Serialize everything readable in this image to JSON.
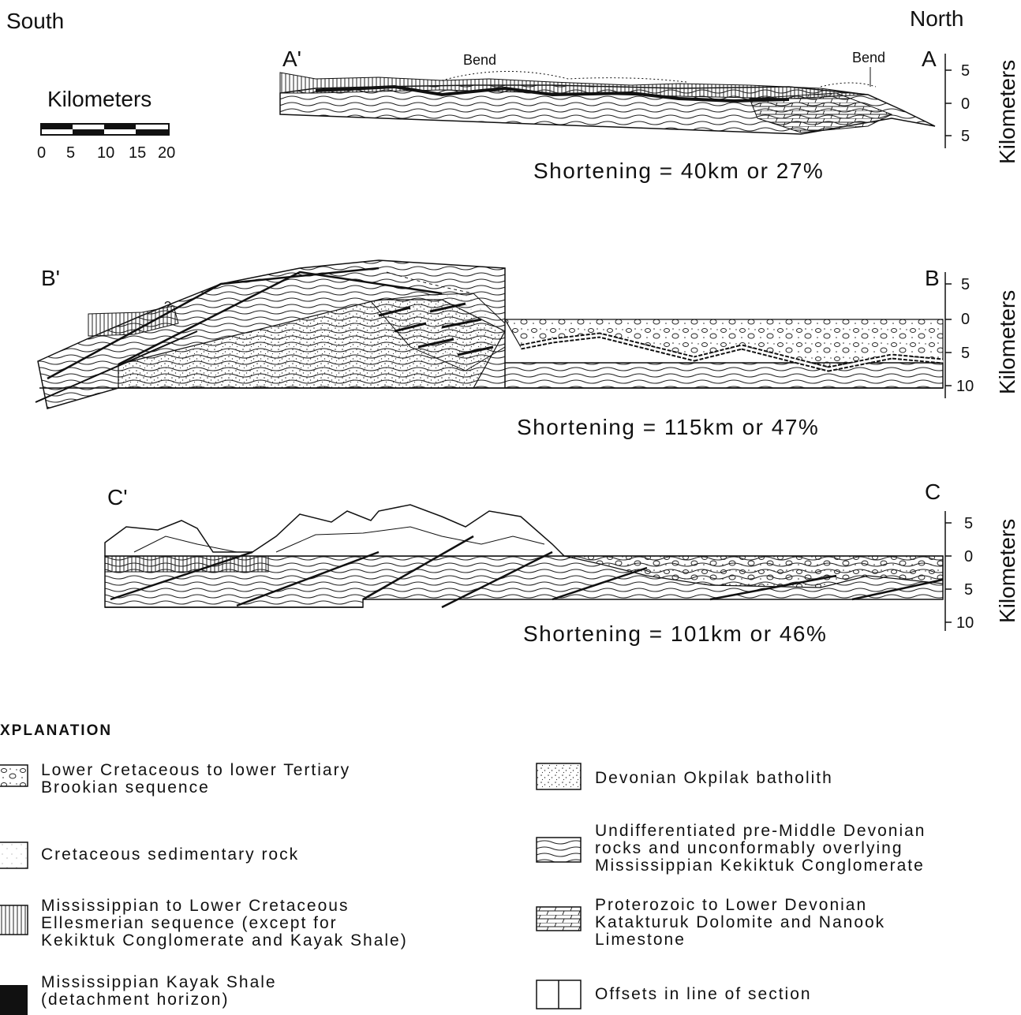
{
  "header": {
    "south": "South",
    "north": "North"
  },
  "scale_bar": {
    "title": "Kilometers",
    "ticks": [
      "0",
      "5",
      "10",
      "15",
      "20"
    ]
  },
  "sections": [
    {
      "left_label": "A'",
      "right_label": "A",
      "bend_labels": [
        "Bend",
        "Bend"
      ],
      "depth_ticks": [
        "5",
        "0",
        "5"
      ],
      "axis_title": "Kilometers",
      "shortening": "Shortening = 40km or 27%"
    },
    {
      "left_label": "B'",
      "right_label": "B",
      "query_mark": "?",
      "depth_ticks": [
        "5",
        "0",
        "5",
        "10"
      ],
      "axis_title": "Kilometers",
      "shortening": "Shortening = 115km or 47%"
    },
    {
      "left_label": "C'",
      "right_label": "C",
      "depth_ticks": [
        "5",
        "0",
        "5",
        "10"
      ],
      "axis_title": "Kilometers",
      "shortening": "Shortening = 101km or 46%"
    }
  ],
  "explanation": {
    "title": "XPLANATION",
    "items": [
      {
        "label": "Lower Cretaceous to lower Tertiary\nBrookian sequence",
        "pattern": "conglomerate"
      },
      {
        "label": "Cretaceous sedimentary rock",
        "pattern": "fine-stipple"
      },
      {
        "label": "Mississippian to Lower Cretaceous\nEllesmerian sequence (except for\nKekiktuk Conglomerate and Kayak Shale)",
        "pattern": "vertical-lines"
      },
      {
        "label": "Mississippian Kayak Shale\n(detachment horizon)",
        "pattern": "solid-black"
      },
      {
        "label": "Devonian Okpilak batholith",
        "pattern": "stipple"
      },
      {
        "label": "Undifferentiated pre-Middle Devonian\nrocks and unconformably overlying\nMississippian Kekiktuk Conglomerate",
        "pattern": "wavy-lines"
      },
      {
        "label": "Proterozoic to Lower Devonian\nKatakturuk Dolomite and Nanook\nLimestone",
        "pattern": "brick"
      },
      {
        "label": "Offsets in line of section",
        "pattern": "offset-line"
      }
    ]
  }
}
